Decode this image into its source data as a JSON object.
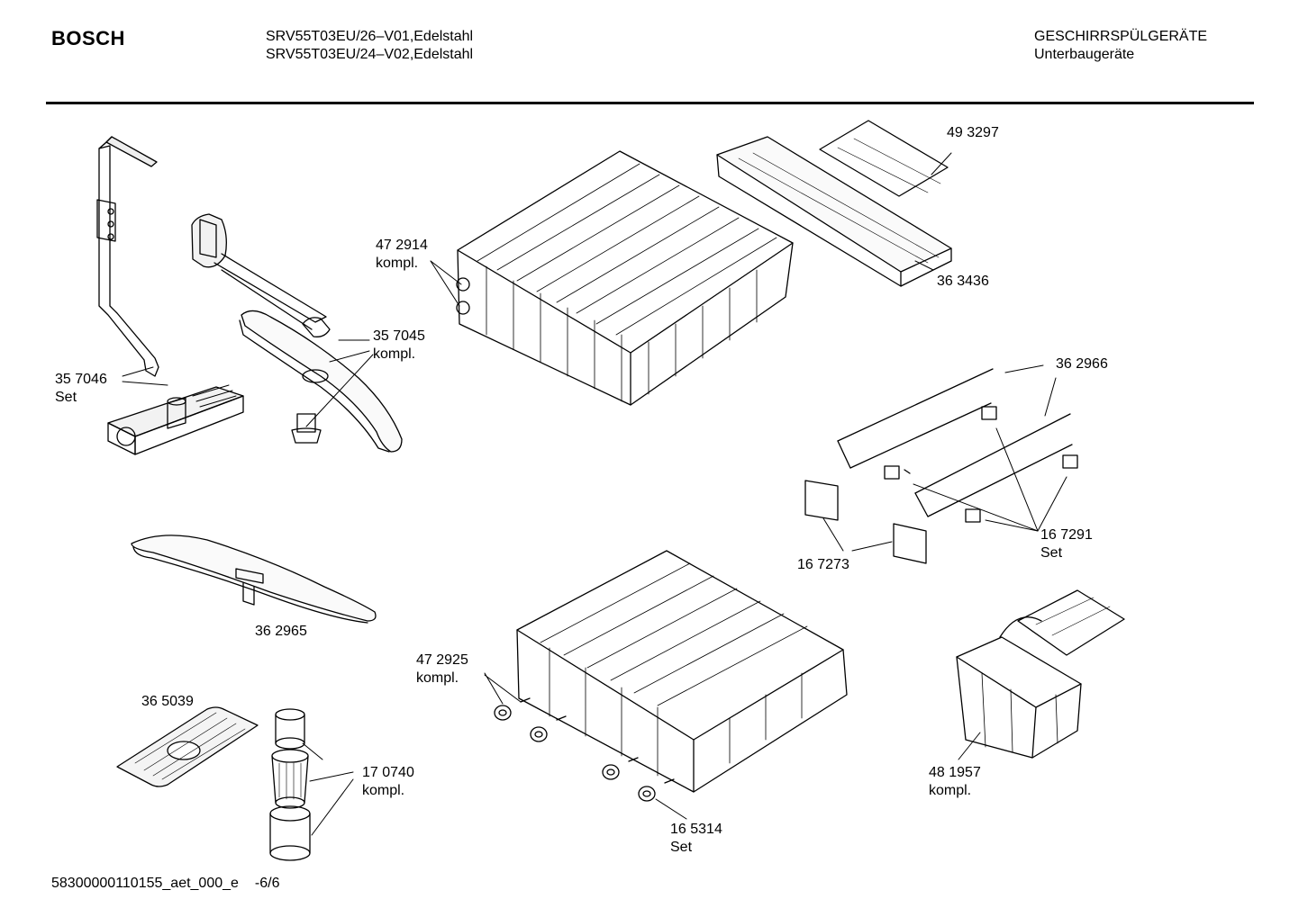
{
  "header": {
    "brand": "BOSCH",
    "models": [
      "SRV55T03EU/26–V01,Edelstahl",
      "SRV55T03EU/24–V02,Edelstahl"
    ],
    "category_title": "GESCHIRRSPÜLGERÄTE",
    "category_subtitle": "Unterbaugeräte"
  },
  "parts": [
    {
      "number": "35 7046",
      "note": "Set"
    },
    {
      "number": "35 7045",
      "note": "kompl."
    },
    {
      "number": "47 2914",
      "note": "kompl."
    },
    {
      "number": "49 3297",
      "note": ""
    },
    {
      "number": "36 3436",
      "note": ""
    },
    {
      "number": "36 2966",
      "note": ""
    },
    {
      "number": "16 7291",
      "note": "Set"
    },
    {
      "number": "16 7273",
      "note": ""
    },
    {
      "number": "36 2965",
      "note": ""
    },
    {
      "number": "47 2925",
      "note": "kompl."
    },
    {
      "number": "36 5039",
      "note": ""
    },
    {
      "number": "17 0740",
      "note": "kompl."
    },
    {
      "number": "16 5314",
      "note": "Set"
    },
    {
      "number": "48 1957",
      "note": "kompl."
    }
  ],
  "footer": {
    "document_id": "58300000110155_aet_000_e",
    "page": "-6/6"
  }
}
